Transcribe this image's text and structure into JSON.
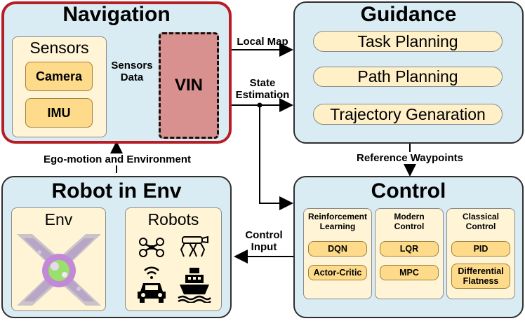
{
  "navigation": {
    "title": "Navigation",
    "sensors_title": "Sensors",
    "sensors": [
      "Camera",
      "IMU"
    ],
    "sensors_data_label": "Sensors\nData",
    "vin_label": "VIN"
  },
  "guidance": {
    "title": "Guidance",
    "steps": [
      "Task Planning",
      "Path Planning",
      "Trajectory Genaration"
    ]
  },
  "robot": {
    "title": "Robot in Env",
    "env_title": "Env",
    "robots_title": "Robots"
  },
  "control": {
    "title": "Control",
    "columns": [
      {
        "title": "Reinforcement Learning",
        "methods": [
          "DQN",
          "Actor-Critic"
        ]
      },
      {
        "title": "Modern Control",
        "methods": [
          "LQR",
          "MPC"
        ]
      },
      {
        "title": "Classical Control",
        "methods": [
          "PID",
          "Differential Flatness"
        ]
      }
    ]
  },
  "arrows": {
    "local_map": "Local Map",
    "state_estimation": "State\nEstimation",
    "reference_waypoints": "Reference Waypoints",
    "ego_motion": "Ego-motion and Environment",
    "control_input": "Control\nInput"
  },
  "colors": {
    "panel_bg": "#d9ebf3",
    "navigation_border": "#b81c24",
    "vin_fill": "#d8918e",
    "method_fill": "#fddb8a",
    "card_fill": "#fff4d6"
  }
}
